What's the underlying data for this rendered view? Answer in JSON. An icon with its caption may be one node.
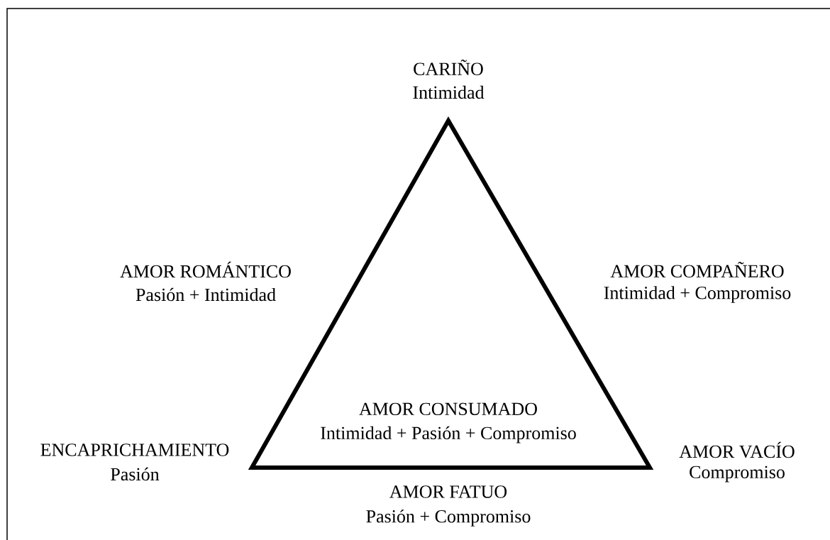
{
  "diagram": {
    "nodes": [
      {
        "text": [
          "AMOR CONSUMADO",
          "Intimidad + Pasión + Compromiso"
        ]
      }
    ],
    "labels": [
      "CARIÑO",
      "Intimidad",
      "AMOR ROMÁNTICO",
      "Pasión + Intimidad",
      "AMOR COMPAÑERO",
      "Intimidad + Compromiso",
      "ENCAPRICHAMIENTO",
      "Pasión",
      "AMOR VACÍO",
      "Compromiso",
      "AMOR FATUO",
      "Pasión + Compromiso"
    ]
  }
}
